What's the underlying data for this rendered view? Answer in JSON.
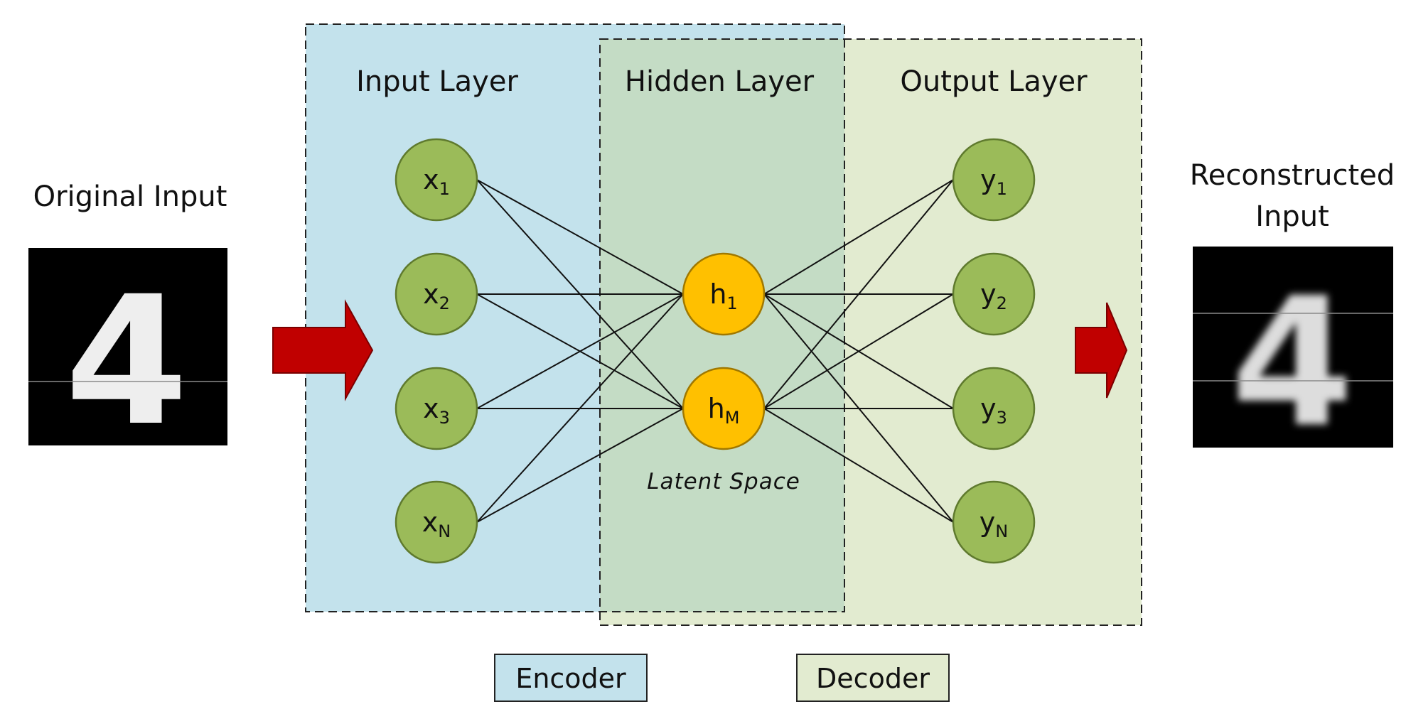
{
  "original_input": {
    "title": "Original Input",
    "digit": "4"
  },
  "reconstructed_input": {
    "title_line1": "Reconstructed",
    "title_line2": "Input",
    "digit": "4"
  },
  "layers": {
    "input": {
      "title": "Input Layer"
    },
    "hidden": {
      "title": "Hidden Layer"
    },
    "output": {
      "title": "Output Layer"
    }
  },
  "nodes": {
    "input": [
      {
        "base": "x",
        "sub": "1"
      },
      {
        "base": "x",
        "sub": "2"
      },
      {
        "base": "x",
        "sub": "3"
      },
      {
        "base": "x",
        "sub": "N"
      }
    ],
    "hidden": [
      {
        "base": "h",
        "sub": "1"
      },
      {
        "base": "h",
        "sub": "M"
      }
    ],
    "output": [
      {
        "base": "y",
        "sub": "1"
      },
      {
        "base": "y",
        "sub": "2"
      },
      {
        "base": "y",
        "sub": "3"
      },
      {
        "base": "y",
        "sub": "N"
      }
    ]
  },
  "latent_label": "Latent Space",
  "legend": {
    "encoder": "Encoder",
    "decoder": "Decoder"
  },
  "colors": {
    "encoder_fill": "#c3e2ec",
    "decoder_fill": "#e2ebd0",
    "overlap_fill": "#c4dcc5",
    "node_green": "#9bbb59",
    "node_green_stroke": "#5f7a2e",
    "node_gold": "#ffc000",
    "node_gold_stroke": "#a07800",
    "arrow_red": "#c00000"
  }
}
